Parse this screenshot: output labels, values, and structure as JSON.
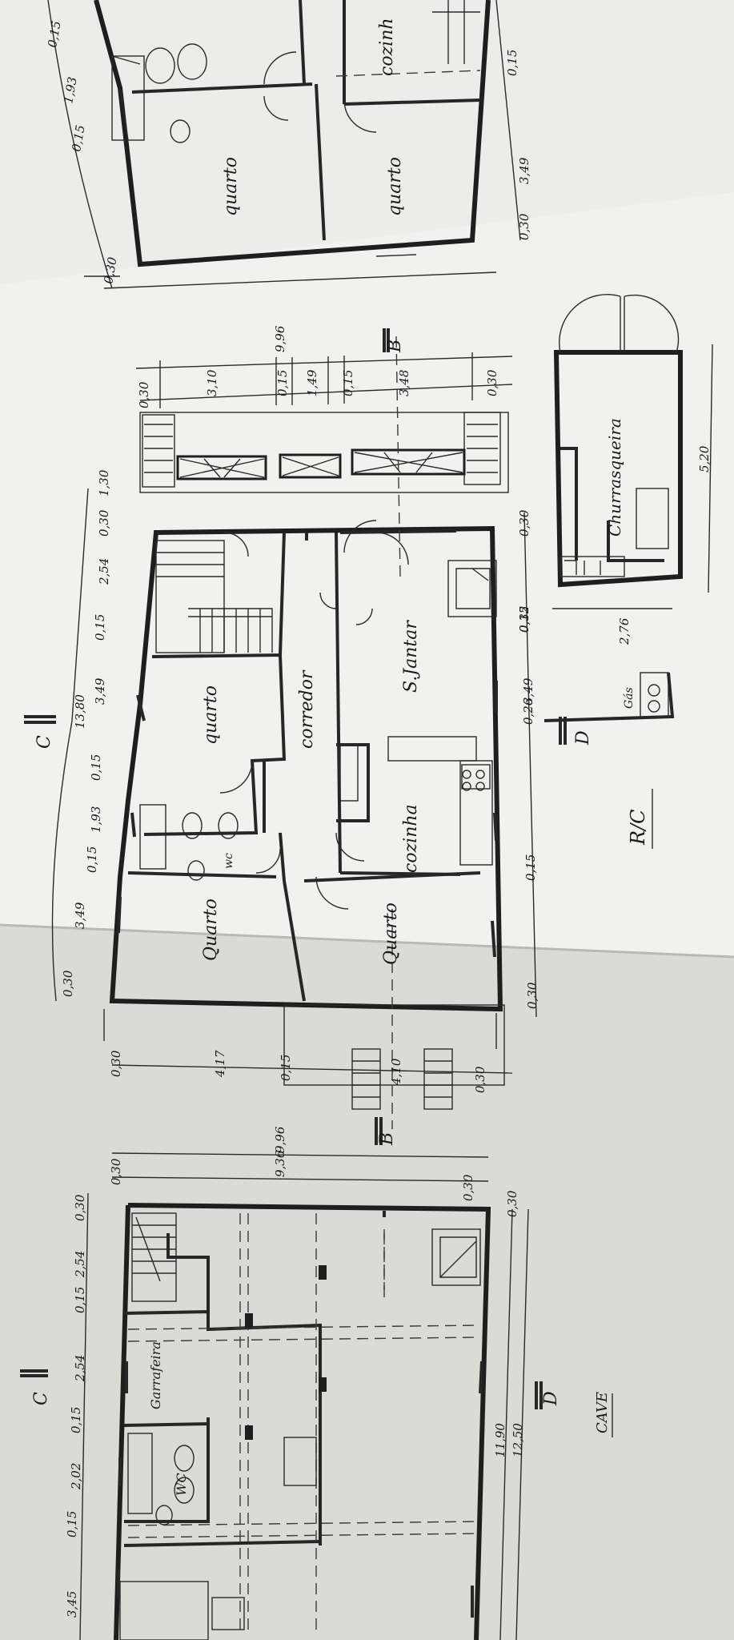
{
  "upper_plan": {
    "rooms": {
      "quarto_a": "quarto",
      "quarto_b": "quarto",
      "cozinha": "cozinh"
    },
    "dims_left": [
      "0,15",
      "1,93",
      "0,15",
      "0,30"
    ],
    "dims_right": [
      "0,15",
      "3,49",
      "0,30"
    ],
    "dims_bottom": [
      "3,10",
      "0,15",
      "1,49",
      "0,15",
      "3,48",
      "0,30"
    ],
    "dims_total": [
      "9,96",
      "0,30"
    ]
  },
  "rc_plan": {
    "rooms": {
      "quarto_top": "quarto",
      "corredor": "corredor",
      "s_jantar": "S.Jantar",
      "wc": "wc",
      "cozinha": "cozinha",
      "quarto_left": "Quarto",
      "quarto_right": "Quarto"
    },
    "dims_left": [
      "1,30",
      "0,30",
      "2,54",
      "0,15",
      "3,49",
      "13,80",
      "0,15",
      "1,93",
      "0,15",
      "3,49",
      "0,30"
    ],
    "dims_right": [
      "0,30",
      "0,15",
      "3,49",
      "0,26",
      "0,15",
      "0,30"
    ],
    "dims_bottom": [
      "0,30",
      "4,17",
      "0,15",
      "4,10",
      "0,30"
    ],
    "section_c": "C",
    "section_b": "B",
    "section_d": "D",
    "level_label": "R/C"
  },
  "churrasqueira": {
    "label": "Churrasqueira",
    "dims": [
      "5,20",
      "2,76",
      "0,32"
    ],
    "extra": "Gás"
  },
  "cave_plan": {
    "rooms": {
      "garrafeira": "Garrafeira",
      "wc": "WC"
    },
    "dims_left": [
      "0,30",
      "2,54",
      "0,15",
      "2,54",
      "0,15",
      "2,02",
      "0,15",
      "3,45"
    ],
    "dims_top": [
      "9,96",
      "9,36",
      "0,30",
      "0,30"
    ],
    "dims_right": [
      "0,30",
      "11,90",
      "12,50"
    ],
    "section_c": "C",
    "section_d": "D",
    "level_label": "CAVE"
  }
}
